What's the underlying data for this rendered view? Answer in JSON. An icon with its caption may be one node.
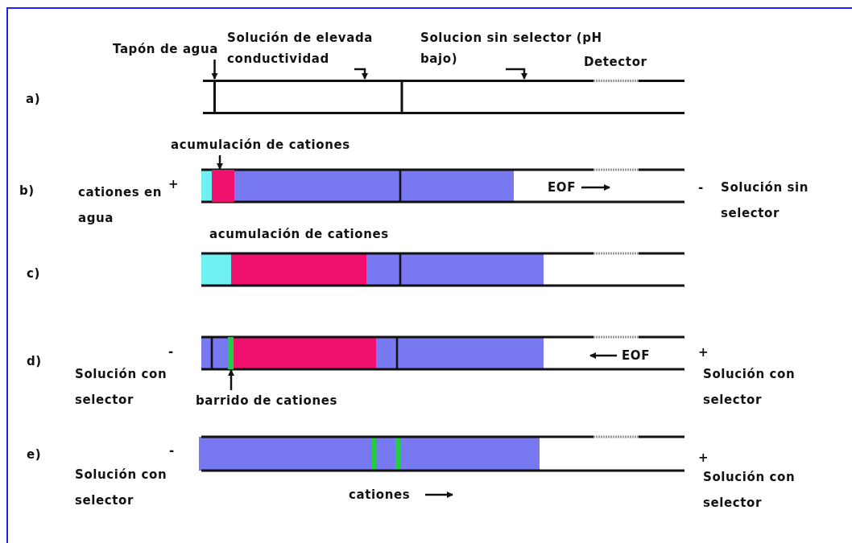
{
  "diagram": {
    "nodes": [
      {
        "text": [
          "Tapón de agua"
        ]
      },
      {
        "text": [],
        "shape": "box"
      },
      {
        "text": [],
        "shape": "bar",
        "in": 1
      },
      {
        "text": [
          "Solución de elevada conductividad"
        ]
      },
      {
        "text": [
          "Solucion sin selector (pH bajo)"
        ]
      },
      {
        "text": [
          "acumulación de cationes"
        ]
      },
      {
        "text": [],
        "shape": "bar"
      },
      {
        "text": [
          "barrido de cationes"
        ]
      },
      {
        "text": [],
        "shape": "bar"
      }
    ],
    "edges": [
      {
        "from": 0,
        "to": 2,
        "arrow": "to"
      },
      {
        "from": 3,
        "to": 1,
        "arrow": "to"
      },
      {
        "from": 4,
        "to": 1,
        "arrow": "to"
      },
      {
        "from": 5,
        "to": 6,
        "arrow": "to"
      },
      {
        "from": 7,
        "to": 8,
        "arrow": "to"
      }
    ],
    "labels": [
      "Detector",
      "a)",
      "b)",
      "cationes en agua",
      "+",
      "EOF",
      "-",
      "Solución sin selector",
      "acumulación de cationes",
      "c)",
      "-",
      "d)",
      "Solución con selector",
      "EOF",
      "+",
      "Solución con selector",
      "e)",
      "-",
      "Solución con selector",
      "cationes",
      "+",
      "Solución con selector"
    ]
  }
}
